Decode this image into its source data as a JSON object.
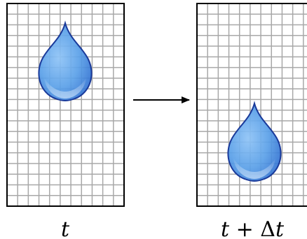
{
  "panels": [
    {
      "caption": {
        "var": "t",
        "op": "",
        "delta": "",
        "var2": ""
      }
    },
    {
      "caption": {
        "var": "t",
        "op": " + ",
        "delta": "Δ",
        "var2": "t"
      }
    }
  ],
  "arrow": {
    "color": "#000000"
  },
  "grid": {
    "line_color": "#a8a8a8",
    "border_color": "#000000"
  },
  "drop": {
    "fill": "#5aa0e8",
    "highlight": "#a8d0f8",
    "stroke": "#1a3a9a"
  }
}
